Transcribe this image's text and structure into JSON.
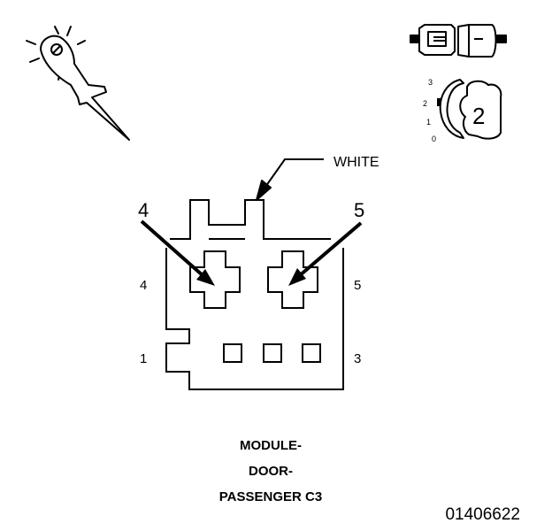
{
  "connector": {
    "wire_color_label": "WHITE",
    "callout_left": "4",
    "callout_right": "5",
    "pin_labels": {
      "top_left": "4",
      "top_right": "5",
      "bottom_left": "1",
      "bottom_right": "3"
    },
    "title_lines": [
      "MODULE-",
      "DOOR-",
      "PASSENGER C3"
    ]
  },
  "legend": {
    "scale_ticks": [
      "3",
      "2",
      "1",
      "0"
    ],
    "key_number": "2"
  },
  "figure_number": "01406622",
  "colors": {
    "ink": "#000000",
    "background": "#ffffff"
  },
  "icons": [
    "probe-icon",
    "connector-halves-icon",
    "key-dial-icon"
  ]
}
